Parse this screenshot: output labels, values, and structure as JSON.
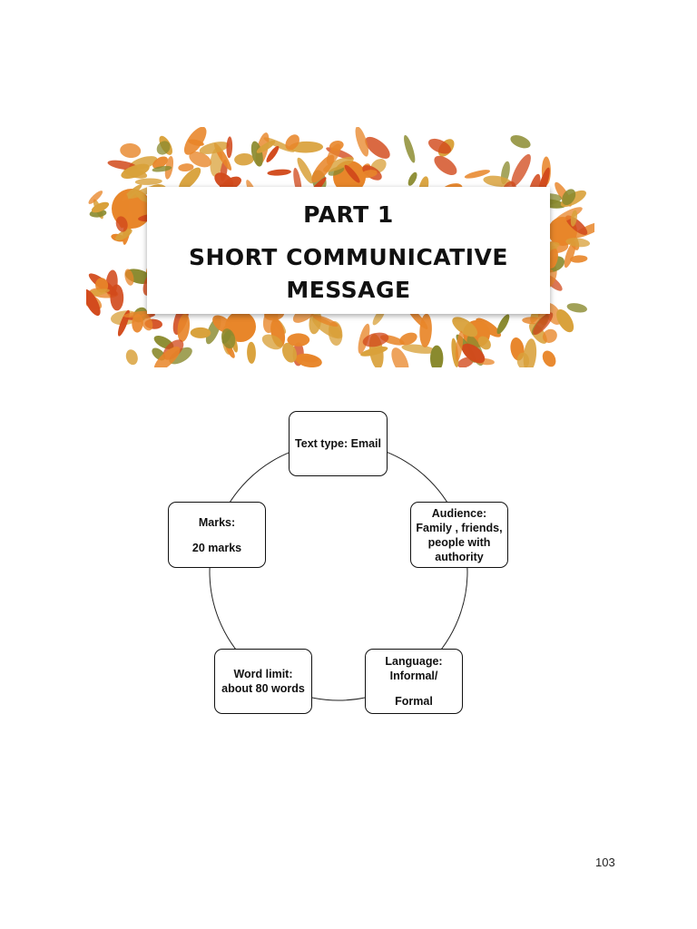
{
  "header": {
    "part": "PART 1",
    "title": "SHORT COMMUNICATIVE MESSAGE"
  },
  "diagram": {
    "nodes": [
      {
        "id": "text-type",
        "lines": [
          "Text type: Email"
        ]
      },
      {
        "id": "audience",
        "lines": [
          "Audience:",
          "Family , friends,",
          "people with",
          "authority"
        ]
      },
      {
        "id": "language",
        "lines": [
          "Language:",
          "Informal/",
          "Formal"
        ]
      },
      {
        "id": "word-limit",
        "lines": [
          "Word limit:",
          "about 80 words"
        ]
      },
      {
        "id": "marks",
        "lines": [
          "Marks:",
          "20 marks"
        ]
      }
    ]
  },
  "footer": {
    "page_number": "103"
  },
  "colors": {
    "leaf_orange": "#e8862a",
    "leaf_gold": "#d9a13a",
    "leaf_red": "#d24a1c",
    "leaf_green": "#8a8a2e"
  },
  "icons": {
    "header_decoration": "autumn-leaves-wreath"
  }
}
